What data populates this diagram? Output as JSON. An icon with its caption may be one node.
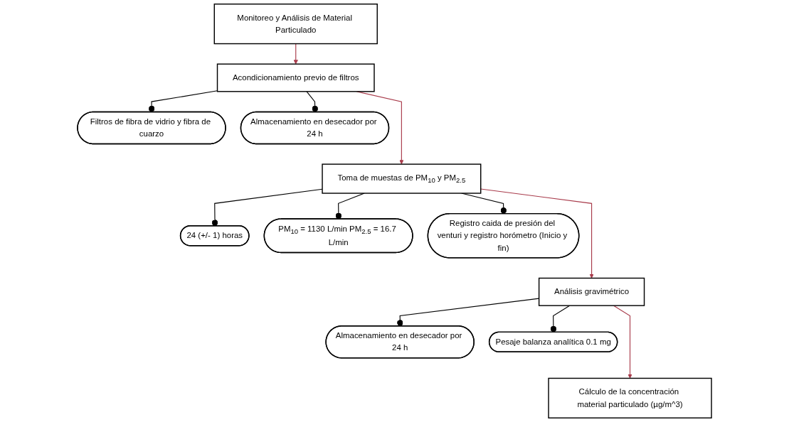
{
  "diagram": {
    "nodes": [
      {
        "text": [
          "Monitoreo y Análisis de Material Particulado"
        ]
      },
      {
        "text": [
          "Filtros de fibra de vidrio y fibra de cuarzo"
        ]
      },
      {
        "text": [
          "Acondicionamiento previo de filtros"
        ]
      },
      {
        "text": [
          "Almacenamiento en desecador por 24 h"
        ]
      },
      {
        "text": [
          "24 (+/- 1) horas"
        ]
      },
      {
        "text": [
          "PM$_{10}$ = 1130 L/min PM$_{2.5}$ = 16.7 L/min"
        ]
      },
      {
        "text": [
          "Toma de muestas de PM$_{10}$ y PM$_{2.5}$"
        ]
      },
      {
        "text": [
          "Registro caida de presión del venturi y registro horómetro (Inicio y fin)"
        ]
      },
      {
        "text": [
          "Almacenamiento en desecador por 24 h"
        ]
      },
      {
        "text": [
          "Análisis gravimétrico"
        ]
      },
      {
        "text": [
          "Pesaje balanza analítica 0.1 mg"
        ]
      },
      {
        "text": [
          "Cálculo de la concentración material particulado (µg/m^3)"
        ]
      }
    ],
    "edges": [
      {
        "from": 0,
        "to": 2,
        "arrow": "to",
        "color": "#a83a4a"
      },
      {
        "from": 2,
        "to": 1,
        "arrow": "other"
      },
      {
        "from": 2,
        "to": 3,
        "arrow": "other"
      },
      {
        "from": 2,
        "to": 6,
        "arrow": "to",
        "color": "#a83a4a"
      },
      {
        "from": 6,
        "to": 4,
        "arrow": "other"
      },
      {
        "from": 6,
        "to": 5,
        "arrow": "other"
      },
      {
        "from": 6,
        "to": 7,
        "arrow": "other"
      },
      {
        "from": 6,
        "to": 9,
        "arrow": "to",
        "color": "#a83a4a"
      },
      {
        "from": 9,
        "to": 8,
        "arrow": "other"
      },
      {
        "from": 9,
        "to": 10,
        "arrow": "other"
      },
      {
        "from": 9,
        "to": 11,
        "arrow": "to",
        "color": "#a83a4a"
      }
    ]
  }
}
